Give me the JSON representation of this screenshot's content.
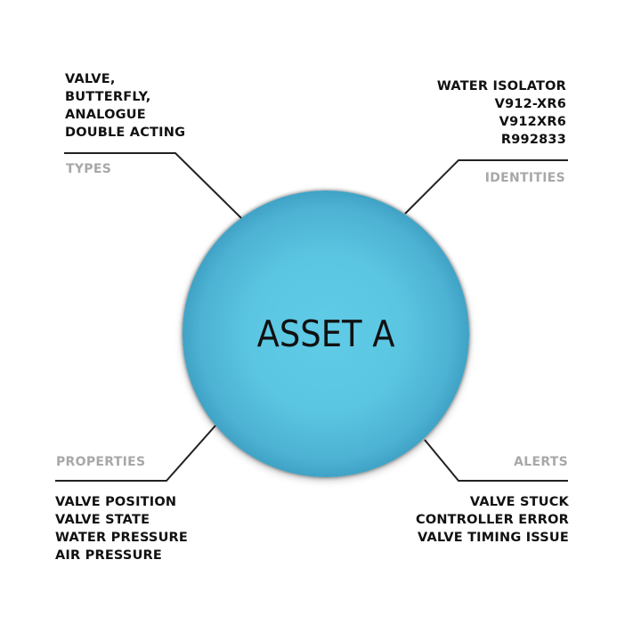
{
  "asset": {
    "title": "ASSET A",
    "fill_color": "#5bc6e2",
    "edge_color": "#1a6a92"
  },
  "types": {
    "label": "TYPES",
    "items": [
      "VALVE,",
      "BUTTERFLY,",
      "ANALOGUE",
      "DOUBLE ACTING"
    ]
  },
  "identities": {
    "label": "IDENTITIES",
    "items": [
      "WATER ISOLATOR",
      "V912-XR6",
      "V912XR6",
      "R992833"
    ]
  },
  "properties": {
    "label": "PROPERTIES",
    "items": [
      "VALVE POSITION",
      "VALVE STATE",
      "WATER PRESSURE",
      "AIR PRESSURE"
    ]
  },
  "alerts": {
    "label": "ALERTS",
    "items": [
      "VALVE STUCK",
      "CONTROLLER ERROR",
      "VALVE TIMING ISSUE"
    ]
  },
  "colors": {
    "label_gray": "#a8a8a8",
    "text_dark": "#111111",
    "connector": "#222222"
  }
}
